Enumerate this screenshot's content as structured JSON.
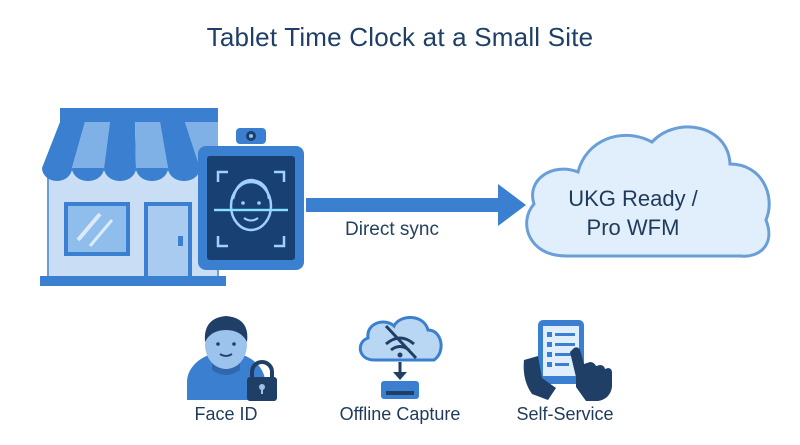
{
  "title": "Tablet Time Clock at a Small Site",
  "sync_label": "Direct sync",
  "cloud_line1": "UKG Ready /",
  "cloud_line2": "Pro WFM",
  "features": [
    {
      "label": "Face ID",
      "icon": "user-lock-icon"
    },
    {
      "label": "Offline Capture",
      "icon": "cloud-offline-download-icon"
    },
    {
      "label": "Self-Service",
      "icon": "tablet-touch-icon"
    }
  ],
  "colors": {
    "primary": "#3a7fd0",
    "light": "#b9d6f2",
    "navy": "#1f3f66"
  }
}
